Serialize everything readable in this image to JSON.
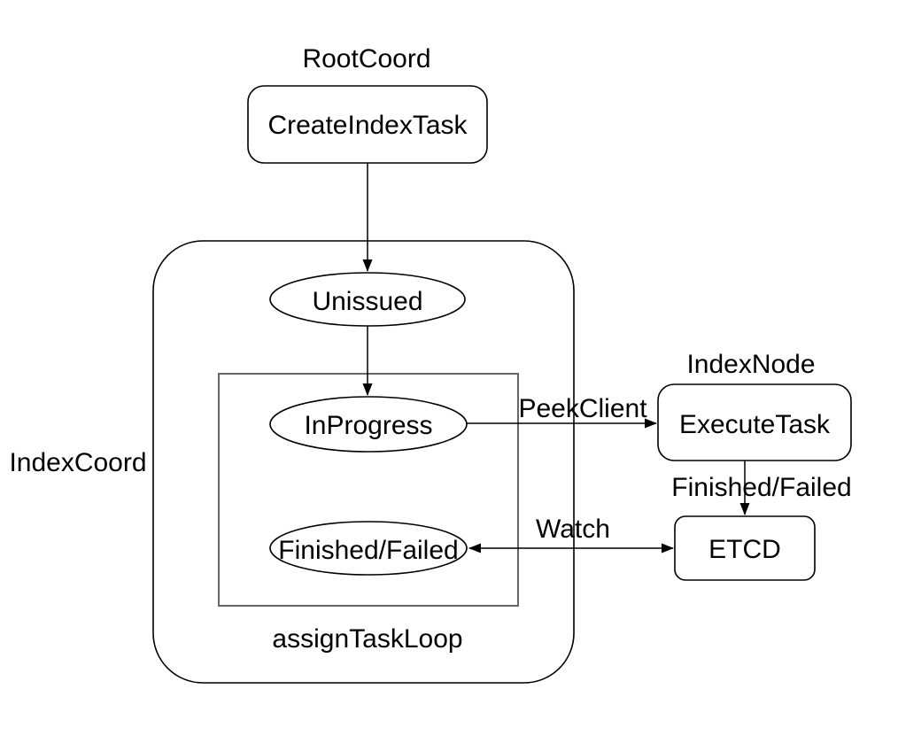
{
  "diagram": {
    "colors": {
      "background": "#ffffff",
      "stroke": "#000000",
      "inner_box_stroke": "#666666",
      "text": "#000000"
    },
    "labels": {
      "root_coord": "RootCoord",
      "index_coord": "IndexCoord",
      "index_node": "IndexNode",
      "assign_task_loop": "assignTaskLoop"
    },
    "nodes": {
      "create_index_task": "CreateIndexTask",
      "unissued": "Unissued",
      "in_progress": "InProgress",
      "finished_failed": "Finished/Failed",
      "execute_task": "ExecuteTask",
      "etcd": "ETCD"
    },
    "edges": [
      {
        "from": "create_index_task",
        "to": "unissued",
        "arrows": "end",
        "label": ""
      },
      {
        "from": "unissued",
        "to": "in_progress",
        "arrows": "end",
        "label": ""
      },
      {
        "from": "in_progress",
        "to": "execute_task",
        "arrows": "end",
        "label": "PeekClient"
      },
      {
        "from": "execute_task",
        "to": "etcd",
        "arrows": "end",
        "label": "Finished/Failed"
      },
      {
        "from": "finished_failed",
        "to": "etcd",
        "arrows": "both",
        "label": "Watch"
      }
    ]
  }
}
